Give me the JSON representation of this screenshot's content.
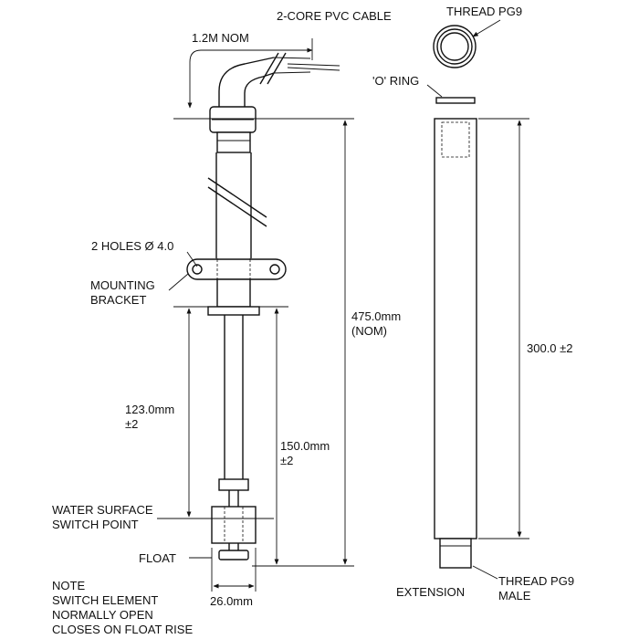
{
  "labels": {
    "cable": "2-CORE PVC CABLE",
    "cable_length": "1.2M NOM",
    "thread_top": "THREAD PG9",
    "o_ring": "'O' RING",
    "holes": "2 HOLES Ø 4.0",
    "bracket_line1": "MOUNTING",
    "bracket_line2": "BRACKET",
    "overall_line1": "475.0mm",
    "overall_line2": "(NOM)",
    "dim_123_line1": "123.0mm",
    "dim_123_line2": "±2",
    "dim_150_line1": "150.0mm",
    "dim_150_line2": "±2",
    "dim_300": "300.0 ±2",
    "water_line1": "WATER SURFACE",
    "water_line2": "SWITCH POINT",
    "float": "FLOAT",
    "float_width": "26.0mm",
    "extension": "EXTENSION",
    "thread_bottom_line1": "THREAD PG9",
    "thread_bottom_line2": "MALE",
    "note_line1": "NOTE",
    "note_line2": "SWITCH ELEMENT",
    "note_line3": "NORMALLY OPEN",
    "note_line4": "CLOSES ON FLOAT RISE"
  }
}
